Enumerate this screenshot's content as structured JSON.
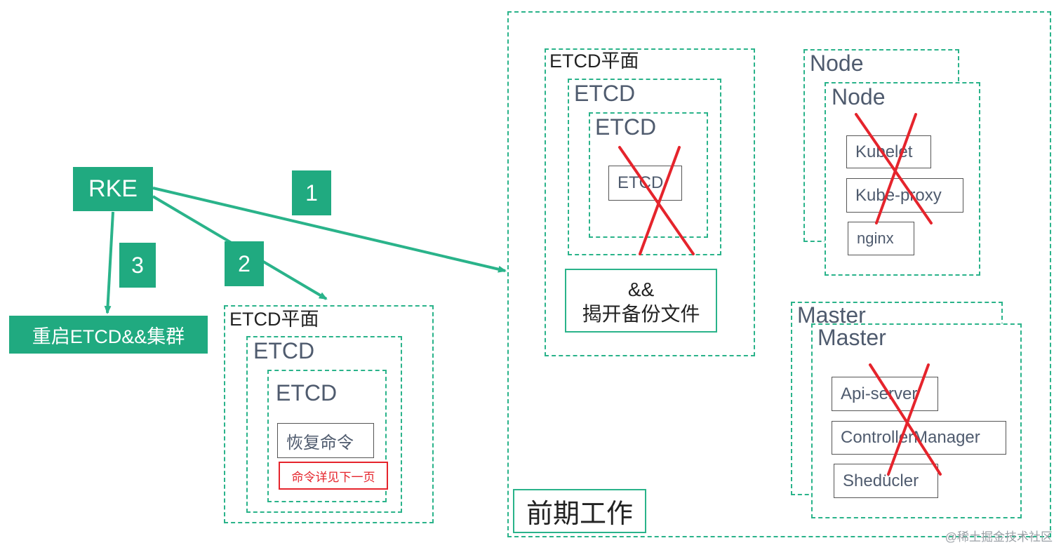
{
  "rke": "RKE",
  "restart": "重启ETCD&&集群",
  "steps": [
    "1",
    "2",
    "3"
  ],
  "restore": {
    "plane_label": "ETCD平面",
    "etcd_outer": "ETCD",
    "etcd_inner": "ETCD",
    "command": "恢复命令",
    "see_next": "命令详见下一页"
  },
  "prework": {
    "title": "前期工作",
    "etcd_plane": {
      "plane_label": "ETCD平面",
      "etcd_outer": "ETCD",
      "etcd_inner": "ETCD",
      "etcd_box": "ETCD",
      "backup_line1": "&&",
      "backup_line2": "揭开备份文件"
    },
    "node": {
      "label_back": "Node",
      "label_front": "Node",
      "components": [
        "Kubelet",
        "Kube-proxy",
        "nginx"
      ]
    },
    "master": {
      "label_back": "Master",
      "label_front": "Master",
      "components": [
        "Api-server",
        "ControllerManager",
        "Shedücler"
      ]
    }
  },
  "watermark": "@稀土掘金技术社区",
  "colors": {
    "green": "#20aa80",
    "dash": "#2ab38a",
    "red": "#e5242c",
    "slate": "#4f5b6e"
  }
}
